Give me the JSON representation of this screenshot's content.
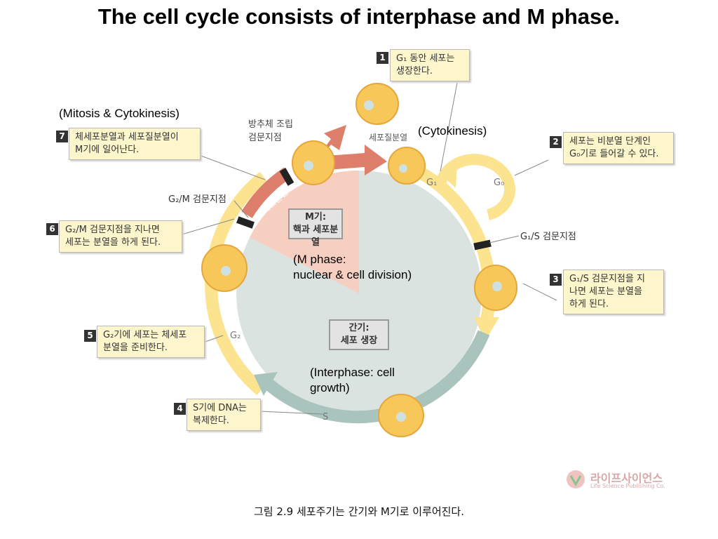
{
  "title": "The cell cycle consists of interphase and M phase.",
  "caption": "그림 2.9 세포주기는 간기와 M기로 이루어진다.",
  "colors": {
    "interphase_fill": "#dbe3e1",
    "m_phase_fill": "#f7cfc1",
    "arc_yellow": "#fce38f",
    "arc_s": "#a9c4bc",
    "arc_red": "#dd7f6a",
    "cell": "#f7c75a",
    "note_bg": "#fdf6cc"
  },
  "labels": {
    "spindle_checkpoint": "방추체 조립\n검문지점",
    "cytokinesis_ko": "세포질분열",
    "mitosis_arc": "체세포분열",
    "g1": "G₁",
    "g0": "G₀",
    "g2": "G₂",
    "s": "S",
    "g1s_checkpoint": "G₁/S 검문지점",
    "g2m_checkpoint": "G₂/M 검문지점"
  },
  "english": {
    "mitosis_cytokinesis": "(Mitosis & Cytokinesis)",
    "cytokinesis": "(Cytokinesis)",
    "m_phase": "(M phase:\nnuclear & cell division)",
    "interphase": "(Interphase: cell\ngrowth)"
  },
  "center_boxes": {
    "m_phase": "M기:\n핵과 세포분열",
    "interphase": "간기:\n세포 생장"
  },
  "notes": [
    {
      "num": "1",
      "text": "G₁ 동안 세포는\n생장한다."
    },
    {
      "num": "2",
      "text": "세포는 비분열 단계인\nG₀기로 들어갈 수 있다."
    },
    {
      "num": "3",
      "text": "G₁/S 검문지점을 지\n나면  세포는  분열을\n하게 된다."
    },
    {
      "num": "4",
      "text": "S기에 DNA는\n복제한다."
    },
    {
      "num": "5",
      "text": "G₂기에 세포는 체세포\n분열을 준비한다."
    },
    {
      "num": "6",
      "text": "G₂/M 검문지점을 지나면\n세포는 분열을 하게 된다."
    },
    {
      "num": "7",
      "text": "체세포분열과 세포질분열이\nM기에 일어난다."
    }
  ],
  "logo": {
    "korean": "라이프사이언스",
    "english": "Life Science Publishing Co."
  }
}
